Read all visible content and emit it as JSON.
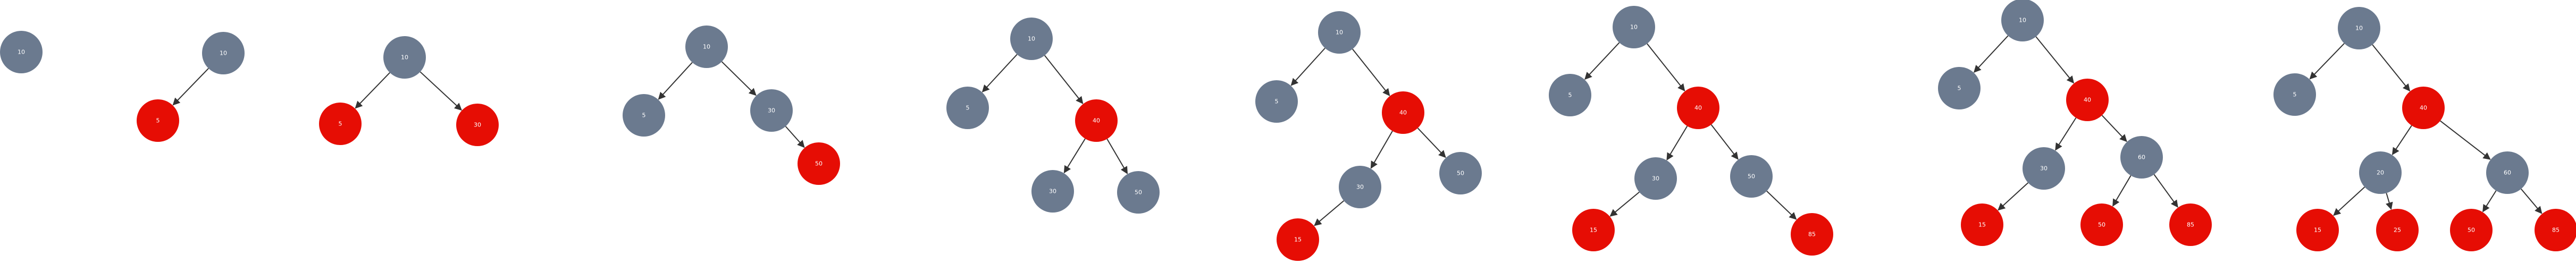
{
  "colors": {
    "black_node": "#6b7a8f",
    "red_node": "#e60d04",
    "edge": "#333333"
  },
  "trees": [
    {
      "nodes": [
        {
          "id": "n10",
          "label": "10",
          "color": "black"
        }
      ],
      "edges": []
    },
    {
      "nodes": [
        {
          "id": "n10",
          "label": "10",
          "color": "black"
        },
        {
          "id": "n5",
          "label": "5",
          "color": "red"
        }
      ],
      "edges": [
        [
          "n10",
          "n5"
        ]
      ]
    },
    {
      "nodes": [
        {
          "id": "n10",
          "label": "10",
          "color": "black"
        },
        {
          "id": "n5",
          "label": "5",
          "color": "red"
        },
        {
          "id": "n30",
          "label": "30",
          "color": "red"
        }
      ],
      "edges": [
        [
          "n10",
          "n5"
        ],
        [
          "n10",
          "n30"
        ]
      ]
    },
    {
      "nodes": [
        {
          "id": "n10",
          "label": "10",
          "color": "black"
        },
        {
          "id": "n5",
          "label": "5",
          "color": "black"
        },
        {
          "id": "n30",
          "label": "30",
          "color": "black"
        },
        {
          "id": "n50",
          "label": "50",
          "color": "red"
        }
      ],
      "edges": [
        [
          "n10",
          "n5"
        ],
        [
          "n10",
          "n30"
        ],
        [
          "n30",
          "n50"
        ]
      ]
    },
    {
      "nodes": [
        {
          "id": "n10",
          "label": "10",
          "color": "black"
        },
        {
          "id": "n5",
          "label": "5",
          "color": "black"
        },
        {
          "id": "n40",
          "label": "40",
          "color": "red"
        },
        {
          "id": "n30",
          "label": "30",
          "color": "black"
        },
        {
          "id": "n50",
          "label": "50",
          "color": "black"
        }
      ],
      "edges": [
        [
          "n10",
          "n5"
        ],
        [
          "n10",
          "n40"
        ],
        [
          "n40",
          "n30"
        ],
        [
          "n40",
          "n50"
        ]
      ]
    },
    {
      "nodes": [
        {
          "id": "n10",
          "label": "10",
          "color": "black"
        },
        {
          "id": "n5",
          "label": "5",
          "color": "black"
        },
        {
          "id": "n40",
          "label": "40",
          "color": "red"
        },
        {
          "id": "n30",
          "label": "30",
          "color": "black"
        },
        {
          "id": "n50",
          "label": "50",
          "color": "black"
        },
        {
          "id": "n15",
          "label": "15",
          "color": "red"
        }
      ],
      "edges": [
        [
          "n10",
          "n5"
        ],
        [
          "n10",
          "n40"
        ],
        [
          "n40",
          "n30"
        ],
        [
          "n40",
          "n50"
        ],
        [
          "n30",
          "n15"
        ]
      ]
    },
    {
      "nodes": [
        {
          "id": "n10",
          "label": "10",
          "color": "black"
        },
        {
          "id": "n5",
          "label": "5",
          "color": "black"
        },
        {
          "id": "n40",
          "label": "40",
          "color": "red"
        },
        {
          "id": "n30",
          "label": "30",
          "color": "black"
        },
        {
          "id": "n50",
          "label": "50",
          "color": "black"
        },
        {
          "id": "n15",
          "label": "15",
          "color": "red"
        },
        {
          "id": "n85",
          "label": "85",
          "color": "red"
        }
      ],
      "edges": [
        [
          "n10",
          "n5"
        ],
        [
          "n10",
          "n40"
        ],
        [
          "n40",
          "n30"
        ],
        [
          "n40",
          "n50"
        ],
        [
          "n30",
          "n15"
        ],
        [
          "n50",
          "n85"
        ]
      ]
    },
    {
      "nodes": [
        {
          "id": "n10",
          "label": "10",
          "color": "black"
        },
        {
          "id": "n5",
          "label": "5",
          "color": "black"
        },
        {
          "id": "n40",
          "label": "40",
          "color": "red"
        },
        {
          "id": "n30",
          "label": "30",
          "color": "black"
        },
        {
          "id": "n60",
          "label": "60",
          "color": "black"
        },
        {
          "id": "n15",
          "label": "15",
          "color": "red"
        },
        {
          "id": "n50",
          "label": "50",
          "color": "red"
        },
        {
          "id": "n85",
          "label": "85",
          "color": "red"
        }
      ],
      "edges": [
        [
          "n10",
          "n5"
        ],
        [
          "n10",
          "n40"
        ],
        [
          "n40",
          "n30"
        ],
        [
          "n40",
          "n60"
        ],
        [
          "n30",
          "n15"
        ],
        [
          "n60",
          "n50"
        ],
        [
          "n60",
          "n85"
        ]
      ]
    },
    {
      "nodes": [
        {
          "id": "n10",
          "label": "10",
          "color": "black"
        },
        {
          "id": "n5",
          "label": "5",
          "color": "black"
        },
        {
          "id": "n40",
          "label": "40",
          "color": "red"
        },
        {
          "id": "n20",
          "label": "20",
          "color": "black"
        },
        {
          "id": "n60",
          "label": "60",
          "color": "black"
        },
        {
          "id": "n15",
          "label": "15",
          "color": "red"
        },
        {
          "id": "n25",
          "label": "25",
          "color": "red"
        },
        {
          "id": "n50",
          "label": "50",
          "color": "red"
        },
        {
          "id": "n85",
          "label": "85",
          "color": "red"
        }
      ],
      "edges": [
        [
          "n10",
          "n5"
        ],
        [
          "n10",
          "n40"
        ],
        [
          "n40",
          "n20"
        ],
        [
          "n40",
          "n60"
        ],
        [
          "n20",
          "n15"
        ],
        [
          "n20",
          "n25"
        ],
        [
          "n60",
          "n50"
        ],
        [
          "n60",
          "n85"
        ]
      ]
    }
  ]
}
